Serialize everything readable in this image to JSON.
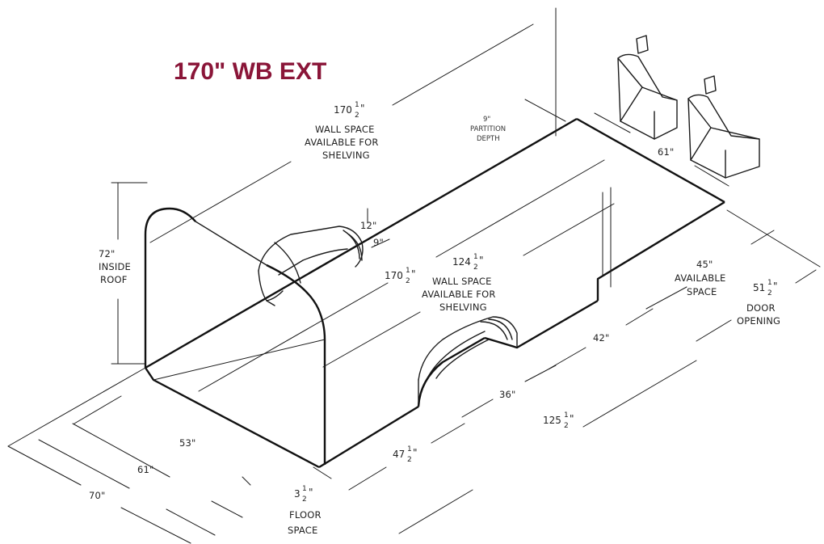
{
  "title": "170\" WB EXT",
  "colors": {
    "title": "#8a1538",
    "line": "#1a1a1a"
  },
  "labels": {
    "wall_top": {
      "value_whole": "170",
      "value_num": "1",
      "value_den": "2",
      "unit": "\"",
      "line1": "WALL SPACE",
      "line2": "AVAILABLE FOR",
      "line3": "SHELVING"
    },
    "partition": {
      "value": "9\"",
      "line1": "PARTITION",
      "line2": "DEPTH"
    },
    "seat_width": "61\"",
    "inside_roof": {
      "value": "72\"",
      "line1": "INSIDE",
      "line2": "ROOF"
    },
    "wheel_height": "12\"",
    "wheel_depth": "9\"",
    "wall_bottom_long": {
      "value_whole": "170",
      "value_num": "1",
      "value_den": "2",
      "unit": "\""
    },
    "wall_bottom": {
      "value_whole": "124",
      "value_num": "1",
      "value_den": "2",
      "unit": "\"",
      "line1": "WALL SPACE",
      "line2": "AVAILABLE FOR",
      "line3": "SHELVING"
    },
    "available_space": {
      "value": "45\"",
      "line1": "AVAILABLE",
      "line2": "SPACE"
    },
    "door": {
      "value_whole": "51",
      "value_num": "1",
      "value_den": "2",
      "unit": "\"",
      "line1": "DOOR",
      "line2": "OPENING"
    },
    "dim_42": "42\"",
    "dim_36": "36\"",
    "dim_125": {
      "value_whole": "125",
      "value_num": "1",
      "value_den": "2",
      "unit": "\""
    },
    "dim_47": {
      "value_whole": "47",
      "value_num": "1",
      "value_den": "2",
      "unit": "\""
    },
    "floor_space": {
      "value_whole": "3",
      "value_num": "1",
      "value_den": "2",
      "unit": "\"",
      "line1": "FLOOR",
      "line2": "SPACE"
    },
    "dim_53": "53\"",
    "dim_61": "61\"",
    "dim_70": "70\""
  }
}
